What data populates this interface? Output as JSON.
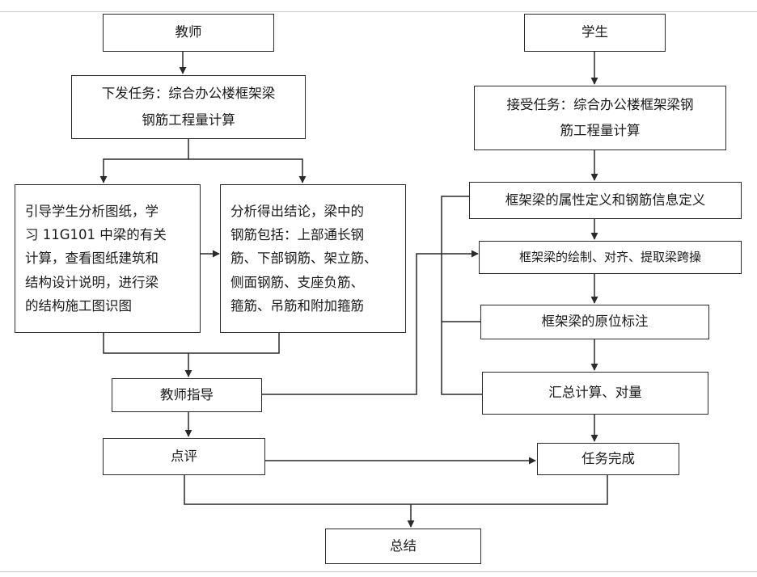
{
  "nodes": {
    "teacher": "教师",
    "assign_task": "下发任务：综合办公楼框架梁\n钢筋工程量计算",
    "guide_analysis": "引导学生分析图纸，学\n习 11G101 中梁的有关\n计算，查看图纸建筑和\n结构设计说明，进行梁\n的结构施工图识图",
    "conclusion": "分析得出结论，梁中的\n钢筋包括：上部通长钢\n筋、下部钢筋、架立筋、\n侧面钢筋、支座负筋、\n箍筋、吊筋和附加箍筋",
    "teacher_guide": "教师指导",
    "review": "点评",
    "summary": "总结",
    "student": "学生",
    "accept_task": "接受任务：综合办公楼框架梁钢\n筋工程量计算",
    "attr_def": "框架梁的属性定义和钢筋信息定义",
    "draw_align": "框架梁的绘制、对齐、提取梁跨操",
    "in_situ": "框架梁的原位标注",
    "calc_check": "汇总计算、对量",
    "complete": "任务完成"
  },
  "colors": {
    "stroke": "#2a2a2a",
    "text": "#1a1a1a"
  }
}
